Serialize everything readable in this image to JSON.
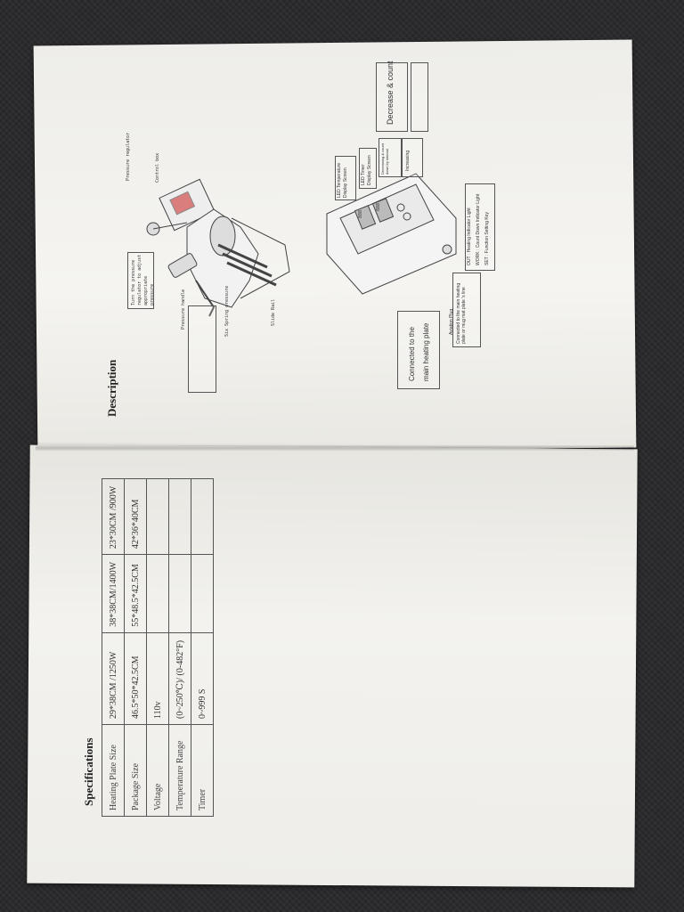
{
  "specs": {
    "title": "Specifications",
    "rows": [
      {
        "label": "Heating Plate Size",
        "v1": "29*38CM /1250W",
        "v2": "38*38CM/1400W",
        "v3": "23*30CM /900W"
      },
      {
        "label": "Package Size",
        "v1": "46.5*50*42.5CM",
        "v2": "55*48.5*42.5CM",
        "v3": "42*36*40CM"
      },
      {
        "label": "Voltage",
        "v1": "110v",
        "v2": "",
        "v3": ""
      },
      {
        "label": "Temperature Range",
        "v1": "(0~250℃)/ (0-482°F)",
        "v2": "",
        "v3": ""
      },
      {
        "label": "Timer",
        "v1": "0~999 S",
        "v2": "",
        "v3": ""
      }
    ]
  },
  "description": {
    "title": "Description",
    "labels": {
      "pressure_regulator": "Pressure regulator",
      "control_box": "Control box",
      "turn_pressure": "Turn the pressure regulator to adjust appropriate pressure",
      "pressure_handle": "Pressure handle",
      "six_spring": "Six Spring pressure",
      "slide_rail": "Slide Rail"
    },
    "callouts": {
      "connected": "Connected to the main heating plate",
      "decrease_count": "Decrease & count",
      "led_temp": "LED Temperature Display Screen",
      "led_timer": "LED Timer Display Screen",
      "decreasing": "Decreasing & count down by interval",
      "increasing": "Increasing",
      "aviation_plug": "Aviation Plug",
      "aviation_plug_desc": "Connected to the main heating plate or mug mat plate 's line",
      "legend_1": "OUT : Heating Indicator Light",
      "legend_2": "WORK : Count Down Indicator Light",
      "legend_3": "SET : Function Setting Key"
    }
  }
}
